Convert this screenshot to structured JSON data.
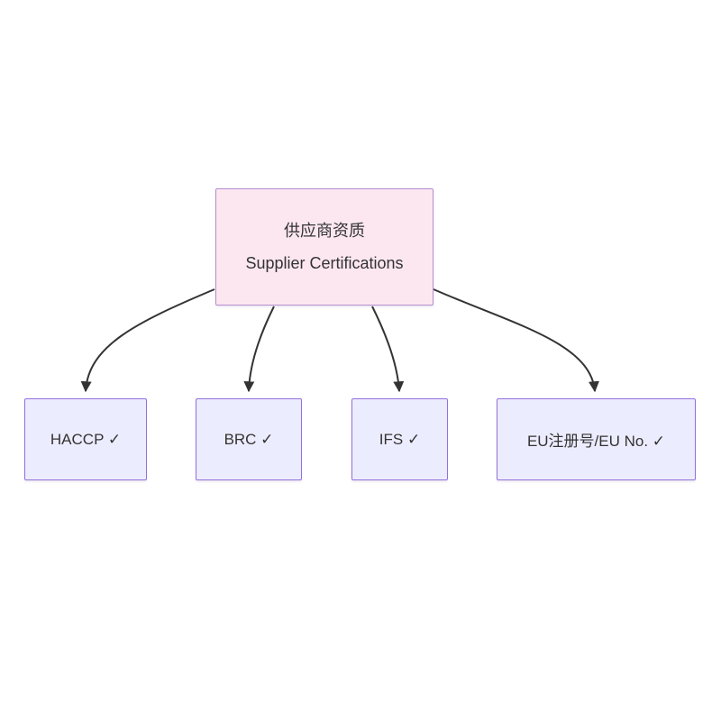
{
  "diagram": {
    "type": "flowchart",
    "root": {
      "title_zh": "供应商资质",
      "title_en": "Supplier Certifications"
    },
    "children": [
      {
        "label": "HACCP ✓"
      },
      {
        "label": "BRC ✓"
      },
      {
        "label": "IFS ✓"
      },
      {
        "label": "EU注册号/EU No. ✓"
      }
    ],
    "colors": {
      "background": "#ffffff",
      "root_fill": "#fce7f1",
      "root_border": "#b48cce",
      "child_fill": "#ececff",
      "child_border": "#9370db",
      "edge_color": "#333333",
      "text_color": "#333333"
    }
  }
}
